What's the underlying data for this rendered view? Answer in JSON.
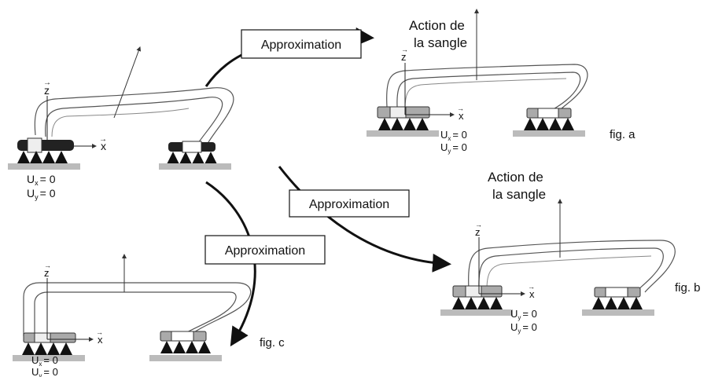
{
  "approximation_labels": [
    "Approximation",
    "Approximation",
    "Approximation"
  ],
  "axis": {
    "z": "z",
    "x": "x",
    "vec": "→"
  },
  "boundary": {
    "ux": "U",
    "uy": "U",
    "x_sub": "x",
    "y_sub": "y",
    "eq": "= 0"
  },
  "action_label": {
    "line1": "Action de",
    "line2": "la sangle"
  },
  "figures": {
    "a": "fig. a",
    "b": "fig. b",
    "c": "fig. c"
  }
}
